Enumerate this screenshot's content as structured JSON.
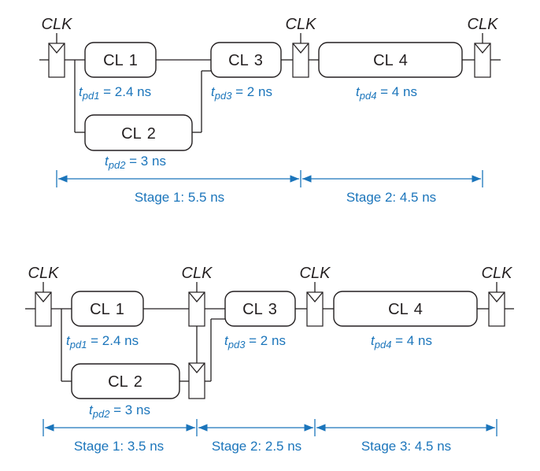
{
  "clock_label": "CLK",
  "top": {
    "blocks": [
      {
        "symbol": "CL",
        "num": "1",
        "delay_var": "t",
        "delay_sub": "pd1",
        "delay_val": " = 2.4 ns"
      },
      {
        "symbol": "CL",
        "num": "2",
        "delay_var": "t",
        "delay_sub": "pd2",
        "delay_val": " = 3 ns"
      },
      {
        "symbol": "CL",
        "num": "3",
        "delay_var": "t",
        "delay_sub": "pd3",
        "delay_val": " = 2 ns"
      },
      {
        "symbol": "CL",
        "num": "4",
        "delay_var": "t",
        "delay_sub": "pd4",
        "delay_val": " = 4 ns"
      }
    ],
    "stages": [
      "Stage 1: 5.5 ns",
      "Stage 2: 4.5 ns"
    ]
  },
  "bottom": {
    "blocks": [
      {
        "symbol": "CL",
        "num": "1",
        "delay_var": "t",
        "delay_sub": "pd1",
        "delay_val": " = 2.4 ns"
      },
      {
        "symbol": "CL",
        "num": "2",
        "delay_var": "t",
        "delay_sub": "pd2",
        "delay_val": " = 3 ns"
      },
      {
        "symbol": "CL",
        "num": "3",
        "delay_var": "t",
        "delay_sub": "pd3",
        "delay_val": " = 2 ns"
      },
      {
        "symbol": "CL",
        "num": "4",
        "delay_var": "t",
        "delay_sub": "pd4",
        "delay_val": " = 4 ns"
      }
    ],
    "stages": [
      "Stage 1: 3.5 ns",
      "Stage 2: 2.5 ns",
      "Stage 3: 4.5 ns"
    ]
  }
}
